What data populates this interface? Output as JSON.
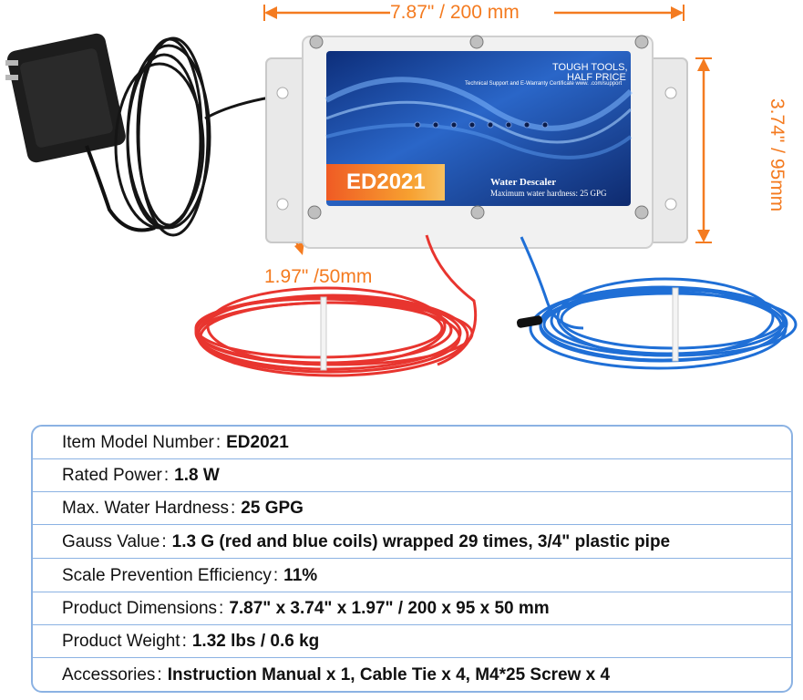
{
  "dimensions": {
    "width": "7.87\" / 200 mm",
    "height": "3.74\" / 95mm",
    "depth": "1.97\" /50mm"
  },
  "device": {
    "brand_line1": "TOUGH TOOLS,",
    "brand_line2": "HALF PRICE",
    "support_text": "Technical Support and E-Warranty Certificate www.        .com/support",
    "model_badge": "ED2021",
    "title": "Water Descaler",
    "hardness_note": "Maximum water hardness: 25 GPG"
  },
  "specs": [
    {
      "label": "Item Model Number",
      "sep": ":",
      "value": "ED2021"
    },
    {
      "label": "Rated Power",
      "sep": ":",
      "value": "1.8 W"
    },
    {
      "label": "Max. Water Hardness",
      "sep": ":",
      "value": "25 GPG"
    },
    {
      "label": "Gauss Value",
      "sep": ":",
      "value": "1.3 G (red and blue coils) wrapped 29 times, 3/4\" plastic pipe"
    },
    {
      "label": "Scale Prevention Efficiency",
      "sep": ":",
      "value": "11%"
    },
    {
      "label": "Product Dimensions",
      "sep": ":",
      "value": "7.87\" x 3.74\" x 1.97\" / 200 x 95 x 50 mm"
    },
    {
      "label": "Product Weight",
      "sep": ":",
      "value": "1.32 lbs / 0.6 kg"
    },
    {
      "label": "Accessories",
      "sep": ":",
      "value": "Instruction Manual x 1, Cable Tie x 4, M4*25 Screw x 4"
    }
  ],
  "colors": {
    "accent_orange": "#f47b20",
    "table_border": "#8bb2e3",
    "panel_blue": "#1c3f8f",
    "badge_orange": "#f6821f",
    "red_wire": "#e8352f",
    "blue_wire": "#1f6fd6"
  }
}
